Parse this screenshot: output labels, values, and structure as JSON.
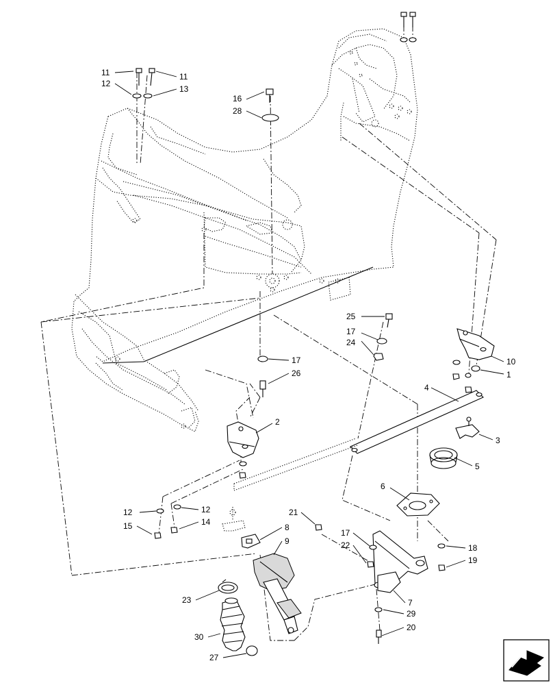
{
  "callouts": [
    {
      "id": "c11a",
      "label": "11"
    },
    {
      "id": "c11b",
      "label": "11"
    },
    {
      "id": "c12a",
      "label": "12"
    },
    {
      "id": "c13",
      "label": "13"
    },
    {
      "id": "c16",
      "label": "16"
    },
    {
      "id": "c28",
      "label": "28"
    },
    {
      "id": "c25",
      "label": "25"
    },
    {
      "id": "c17a",
      "label": "17"
    },
    {
      "id": "c24",
      "label": "24"
    },
    {
      "id": "c17b",
      "label": "17"
    },
    {
      "id": "c26",
      "label": "26"
    },
    {
      "id": "c10",
      "label": "10"
    },
    {
      "id": "c1",
      "label": "1"
    },
    {
      "id": "c4",
      "label": "4"
    },
    {
      "id": "c3",
      "label": "3"
    },
    {
      "id": "c2",
      "label": "2"
    },
    {
      "id": "c5",
      "label": "5"
    },
    {
      "id": "c6",
      "label": "6"
    },
    {
      "id": "c12b",
      "label": "12"
    },
    {
      "id": "c12c",
      "label": "12"
    },
    {
      "id": "c15",
      "label": "15"
    },
    {
      "id": "c14",
      "label": "14"
    },
    {
      "id": "c21",
      "label": "21"
    },
    {
      "id": "c8",
      "label": "8"
    },
    {
      "id": "c9",
      "label": "9"
    },
    {
      "id": "c17c",
      "label": "17"
    },
    {
      "id": "c18",
      "label": "18"
    },
    {
      "id": "c22",
      "label": "22"
    },
    {
      "id": "c19",
      "label": "19"
    },
    {
      "id": "c7",
      "label": "7"
    },
    {
      "id": "c23",
      "label": "23"
    },
    {
      "id": "c29",
      "label": "29"
    },
    {
      "id": "c20",
      "label": "20"
    },
    {
      "id": "c30",
      "label": "30"
    },
    {
      "id": "c27",
      "label": "27"
    }
  ],
  "nav_icon": "next-page-arrow-icon"
}
